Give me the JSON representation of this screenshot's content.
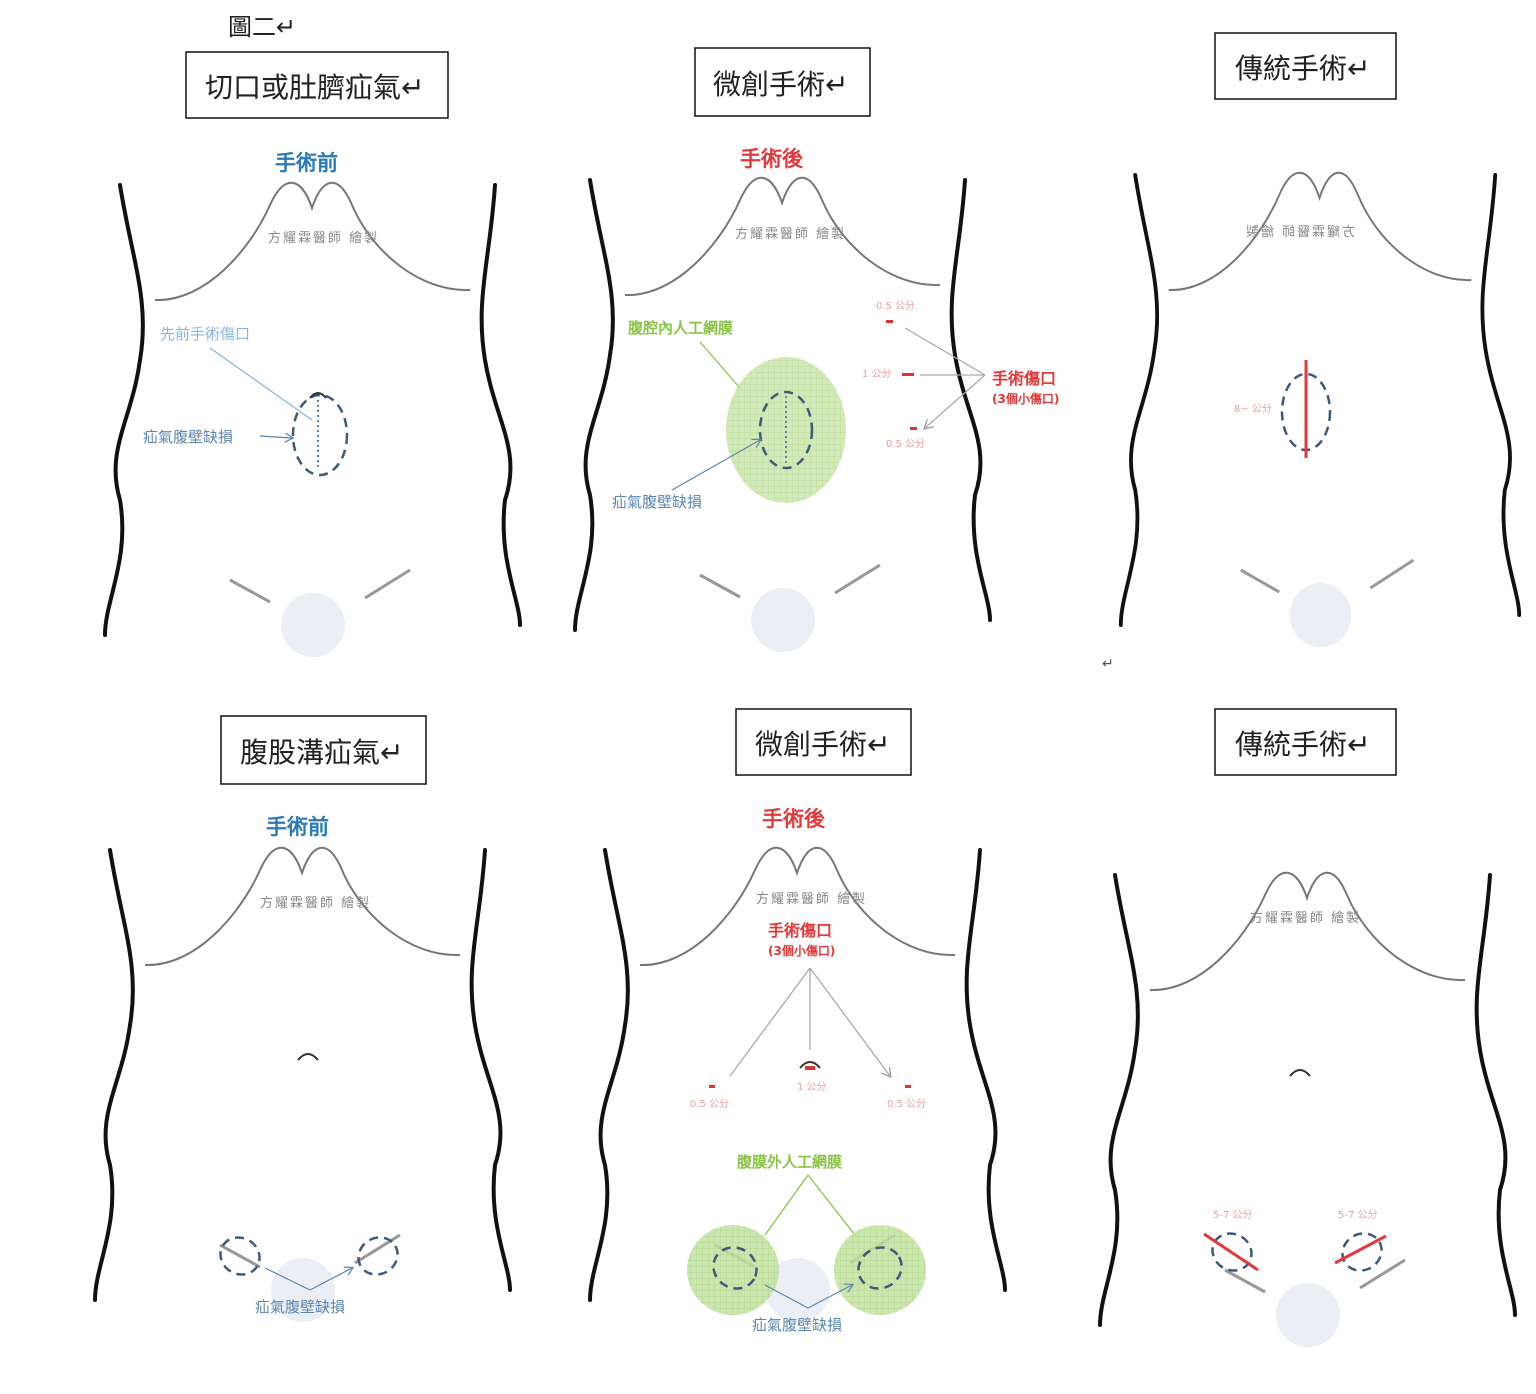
{
  "figure_label": "圖二↵",
  "stray_mark": "↵",
  "watermark": "方耀霖醫師 繪製",
  "row1": {
    "titles": [
      "切口或肚臍疝氣↵",
      "微創手術↵",
      "傳統手術↵"
    ],
    "pre_label": "手術前",
    "post_label": "手術後",
    "previous_wound": "先前手術傷口",
    "hernia_defect": "疝氣腹壁缺損",
    "mesh_label": "腹腔內人工網膜",
    "wound_label": "手術傷口",
    "wound_sub": "(3個小傷口)",
    "size_small": "0.5 公分",
    "size_large": "1 公分",
    "traditional_size": "8~ 公分"
  },
  "row2": {
    "titles": [
      "腹股溝疝氣↵",
      "微創手術↵",
      "傳統手術↵"
    ],
    "pre_label": "手術前",
    "post_label": "手術後",
    "hernia_defect": "疝氣腹壁缺損",
    "mesh_label": "腹膜外人工網膜",
    "wound_label": "手術傷口",
    "wound_sub": "(3個小傷口)",
    "size_small": "0.5 公分",
    "size_large": "1 公分",
    "traditional_size": "5-7 公分"
  }
}
